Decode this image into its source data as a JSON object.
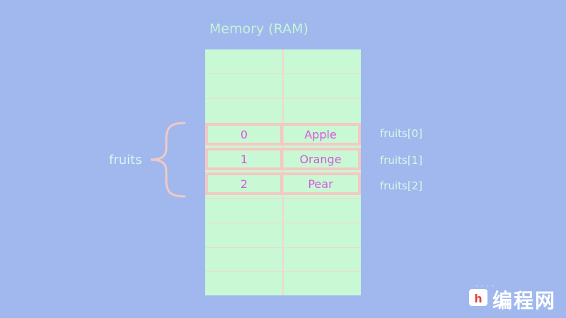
{
  "diagram": {
    "title": "Memory (RAM)",
    "group_label": "fruits",
    "rows": [
      {
        "index": "0",
        "value": "Apple",
        "label": "fruits[0]"
      },
      {
        "index": "1",
        "value": "Orange",
        "label": "fruits[1]"
      },
      {
        "index": "2",
        "value": "Pear",
        "label": "fruits[2]"
      }
    ]
  },
  "watermark": {
    "text": "编程网"
  },
  "colors": {
    "background": "#a0b8ee",
    "memory_cell": "#c9f8d4",
    "highlight_border": "#f2c9c4",
    "value_text": "#d45adb"
  }
}
